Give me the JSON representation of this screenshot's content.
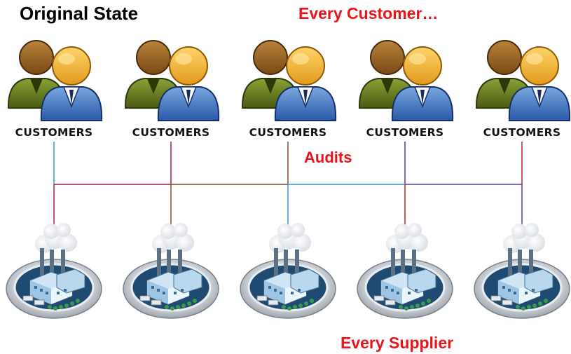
{
  "diagram": {
    "title": "Original State",
    "header_note": "Every Customer…",
    "connector_label": "Audits",
    "footer_note": "Every Supplier",
    "customers": [
      {
        "label": "CUSTOMERS",
        "icon": "customers-icon"
      },
      {
        "label": "CUSTOMERS",
        "icon": "customers-icon"
      },
      {
        "label": "CUSTOMERS",
        "icon": "customers-icon"
      },
      {
        "label": "CUSTOMERS",
        "icon": "customers-icon"
      },
      {
        "label": "CUSTOMERS",
        "icon": "customers-icon"
      }
    ],
    "suppliers": [
      {
        "icon": "factory-icon"
      },
      {
        "icon": "factory-icon"
      },
      {
        "icon": "factory-icon"
      },
      {
        "icon": "factory-icon"
      },
      {
        "icon": "factory-icon"
      }
    ]
  },
  "colors": {
    "accent_text": "#e8141a",
    "connector_lines": [
      "#3a8fd6",
      "#a0223a",
      "#7a4a2a",
      "#5a3aa0",
      "#c0202a"
    ]
  }
}
